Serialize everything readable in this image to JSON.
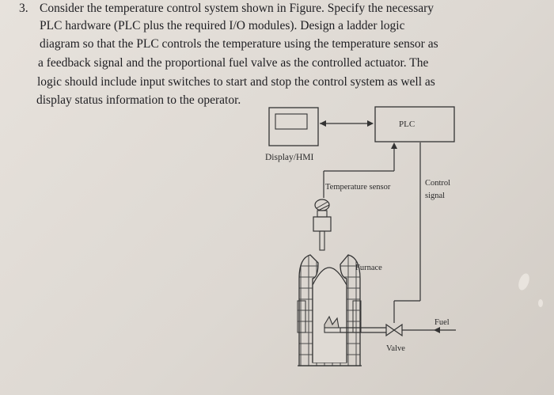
{
  "question": {
    "number": "3.",
    "lines": [
      "Consider the temperature control system shown in Figure. Specify the necessary",
      "PLC hardware (PLC plus the required I/O modules). Design a ladder logic",
      "diagram so that the PLC controls the temperature using the temperature sensor as",
      "a feedback signal and the proportional fuel valve as the controlled actuator. The",
      "logic should include input switches to start and stop the control system as well as",
      "display status information to the operator."
    ]
  },
  "diagram": {
    "plc_label": "PLC",
    "display_label": "Display/HMI",
    "sensor_label": "Temperature sensor",
    "control_signal_line1": "Control",
    "control_signal_line2": "signal",
    "furnace_label": "Furnace",
    "fuel_label": "Fuel",
    "valve_label": "Valve"
  }
}
